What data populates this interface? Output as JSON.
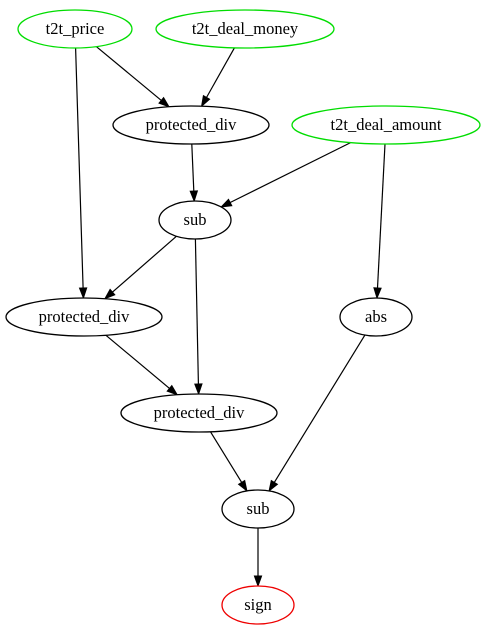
{
  "colors": {
    "input": "#00dd00",
    "output": "#ee0000",
    "internal": "#000000"
  },
  "nodes": [
    {
      "id": "n_price",
      "label": "t2t_price",
      "role": "input"
    },
    {
      "id": "n_money",
      "label": "t2t_deal_money",
      "role": "input"
    },
    {
      "id": "n_pd1",
      "label": "protected_div",
      "role": "internal"
    },
    {
      "id": "n_amount",
      "label": "t2t_deal_amount",
      "role": "input"
    },
    {
      "id": "n_sub1",
      "label": "sub",
      "role": "internal"
    },
    {
      "id": "n_pd2",
      "label": "protected_div",
      "role": "internal"
    },
    {
      "id": "n_abs",
      "label": "abs",
      "role": "internal"
    },
    {
      "id": "n_pd3",
      "label": "protected_div",
      "role": "internal"
    },
    {
      "id": "n_sub2",
      "label": "sub",
      "role": "internal"
    },
    {
      "id": "n_sign",
      "label": "sign",
      "role": "output"
    }
  ],
  "edges": [
    {
      "from": "n_price",
      "to": "n_pd1"
    },
    {
      "from": "n_money",
      "to": "n_pd1"
    },
    {
      "from": "n_price",
      "to": "n_pd2"
    },
    {
      "from": "n_pd1",
      "to": "n_sub1"
    },
    {
      "from": "n_amount",
      "to": "n_sub1"
    },
    {
      "from": "n_amount",
      "to": "n_abs"
    },
    {
      "from": "n_sub1",
      "to": "n_pd2"
    },
    {
      "from": "n_sub1",
      "to": "n_pd3"
    },
    {
      "from": "n_pd2",
      "to": "n_pd3"
    },
    {
      "from": "n_pd3",
      "to": "n_sub2"
    },
    {
      "from": "n_abs",
      "to": "n_sub2"
    },
    {
      "from": "n_sub2",
      "to": "n_sign"
    }
  ]
}
